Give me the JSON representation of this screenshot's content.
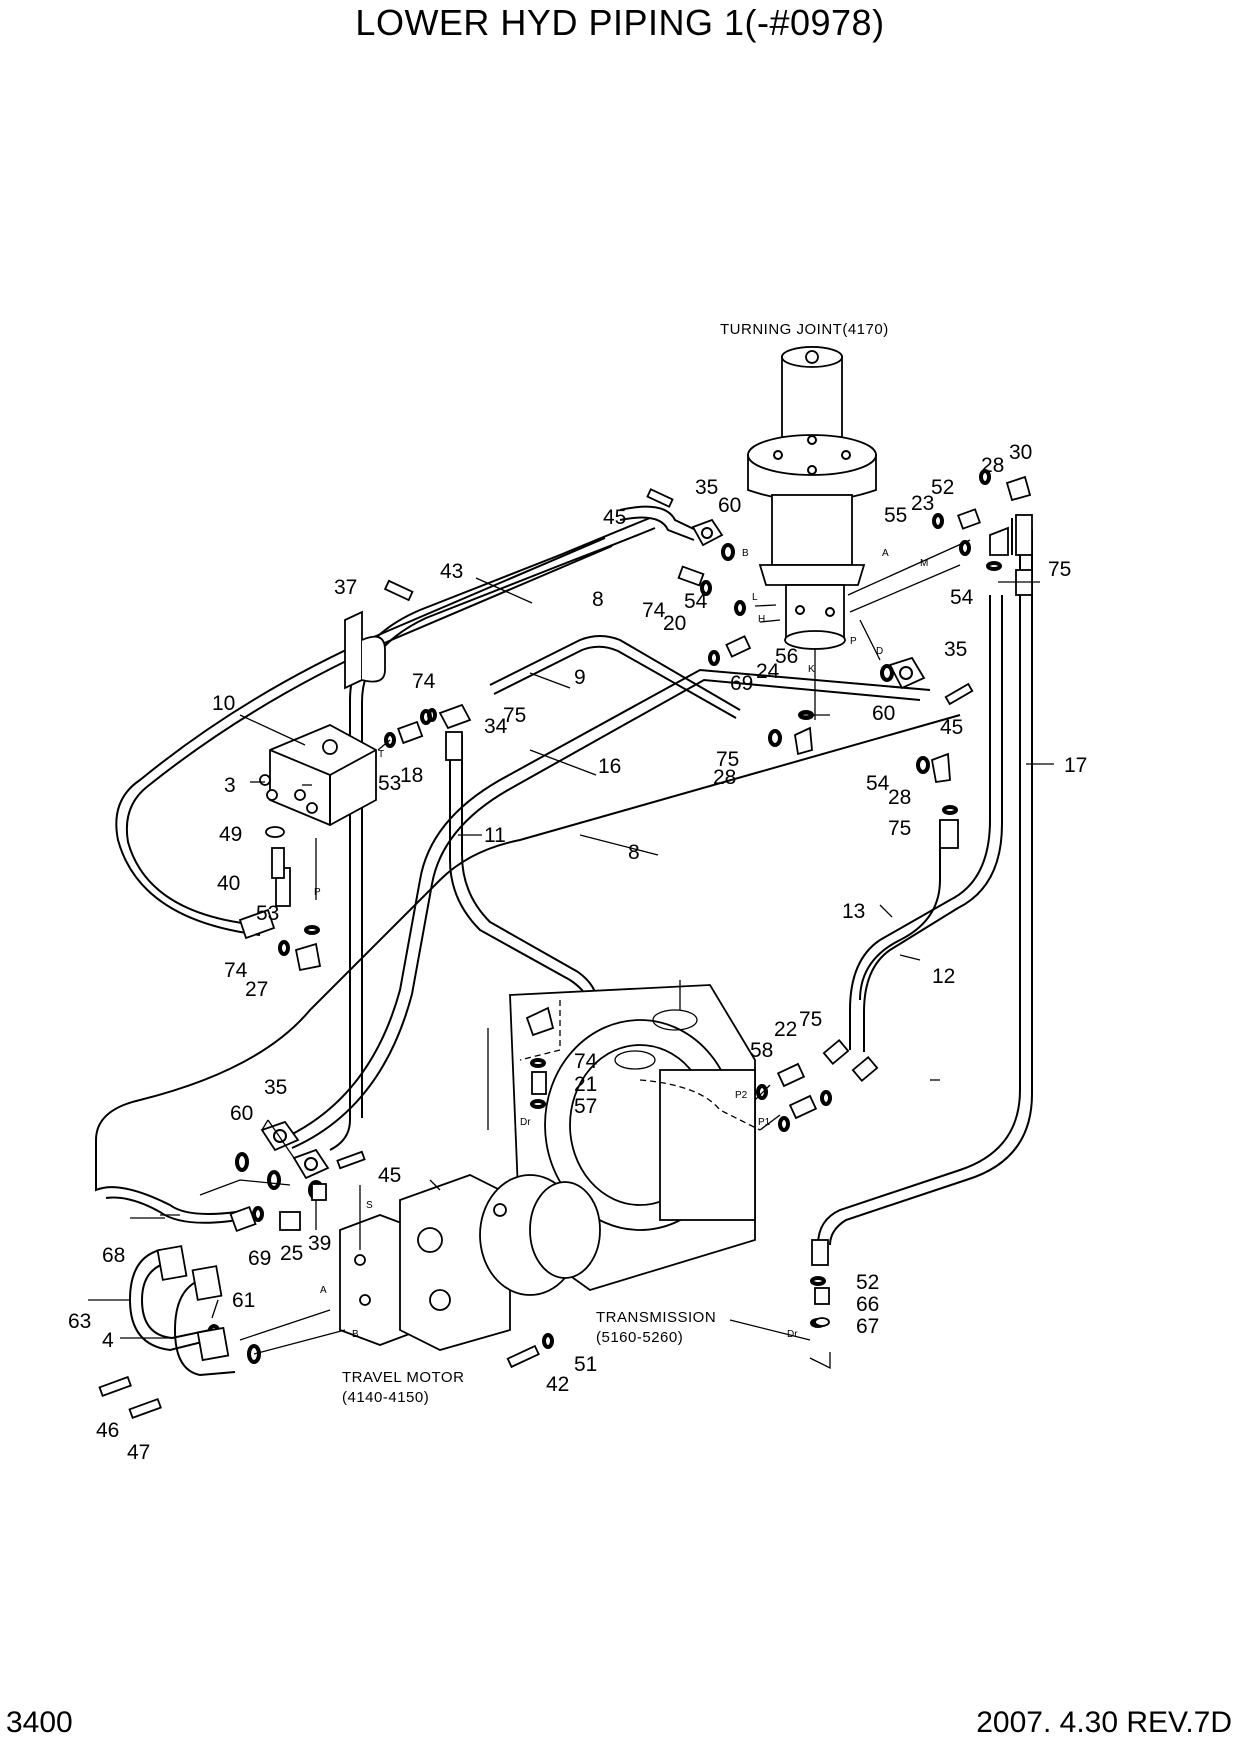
{
  "title": "LOWER HYD PIPING 1(-#0978)",
  "footer": {
    "page": "3400",
    "date_rev": "2007. 4.30  REV.7D"
  },
  "assemblies": {
    "turning_joint": "TURNING JOINT(4170)",
    "transmission": "TRANSMISSION",
    "transmission_range": "(5160-5260)",
    "travel_motor": "TRAVEL MOTOR",
    "travel_motor_range": "(4140-4150)"
  },
  "port_labels": [
    "B",
    "A",
    "M",
    "L",
    "H",
    "P",
    "D",
    "K",
    "T",
    "P",
    "Dr",
    "P2",
    "P1",
    "Dr",
    "A",
    "B",
    "S"
  ],
  "callouts": [
    "30",
    "28",
    "52",
    "23",
    "55",
    "75",
    "54",
    "35",
    "60",
    "45",
    "8",
    "74",
    "20",
    "54",
    "56",
    "24",
    "69",
    "35",
    "60",
    "45",
    "37",
    "43",
    "10",
    "74",
    "9",
    "75",
    "34",
    "17",
    "3",
    "53",
    "18",
    "16",
    "75",
    "28",
    "54",
    "28",
    "75",
    "49",
    "11",
    "8",
    "40",
    "53",
    "13",
    "74",
    "27",
    "12",
    "22",
    "75",
    "58",
    "74",
    "21",
    "57",
    "35",
    "60",
    "45",
    "68",
    "69",
    "25",
    "39",
    "63",
    "61",
    "4",
    "46",
    "47",
    "42",
    "51",
    "52",
    "66",
    "67"
  ]
}
